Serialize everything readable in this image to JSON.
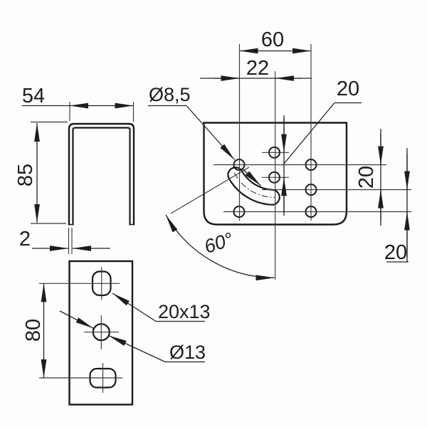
{
  "drawing_labels": {
    "side_width": "54",
    "side_height": "85",
    "side_thickness": "2",
    "front_hole_spacing": "80",
    "front_slot_size": "20x13",
    "front_hole_dia": "Ø13",
    "top_width": "60",
    "top_offset": "22",
    "top_leader_pitch": "20",
    "top_row_pitch_1": "20",
    "top_row_pitch_2": "20",
    "top_hole_dia": "Ø8,5",
    "top_slot_angle": "60°"
  }
}
